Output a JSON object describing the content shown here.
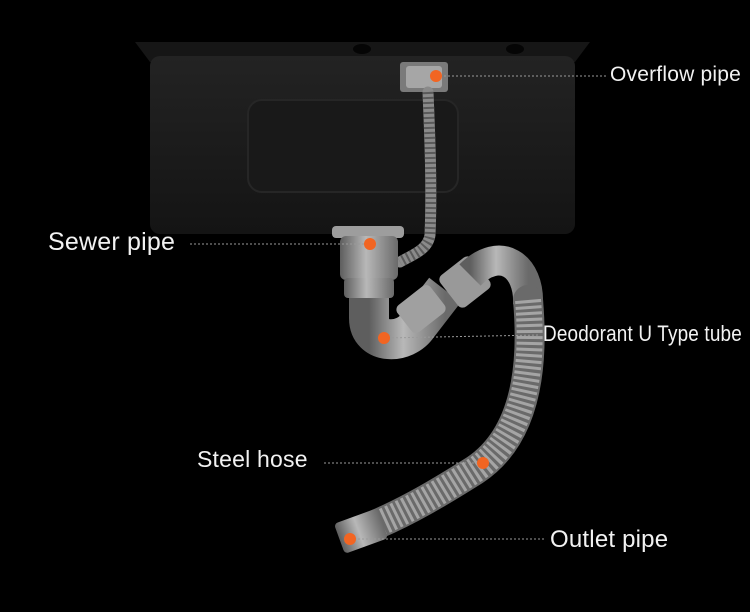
{
  "labels": {
    "overflow_pipe": "Overflow pipe",
    "sewer_pipe": "Sewer pipe",
    "deodorant_tube": "Deodorant U Type tube",
    "steel_hose": "Steel hose",
    "outlet_pipe": "Outlet pipe"
  },
  "colors": {
    "background": "#000000",
    "sink": "#1a1a1a",
    "pipe": "#8d8d8d",
    "marker": "#f26522",
    "leader_line": "#9a9a9a"
  }
}
